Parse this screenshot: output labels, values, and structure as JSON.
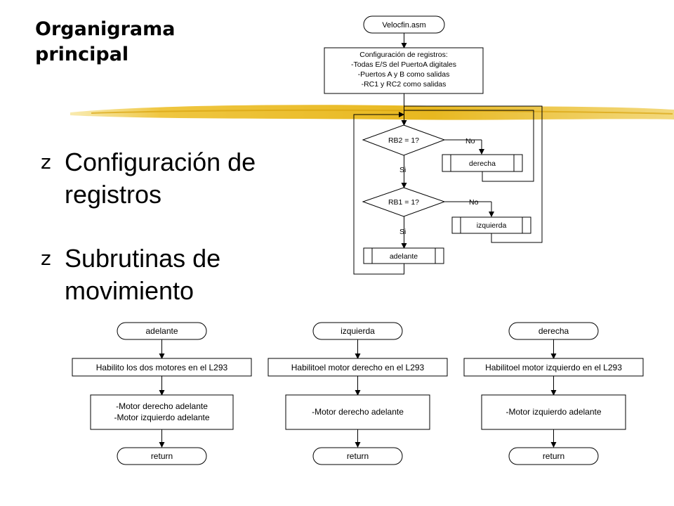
{
  "slide": {
    "title_line1": "Organigrama",
    "title_line2": "principal",
    "bullet_marker": "z",
    "bullets": [
      "Configuración de registros",
      "Subrutinas de movimiento"
    ]
  },
  "main_flow": {
    "start": "Velocfin.asm",
    "config": [
      "Configuración de registros:",
      "-Todas E/S del PuertoA digitales",
      "-Puertos A y B como salidas",
      "-RC1 y RC2 como salidas"
    ],
    "decision1": "RB2 = 1?",
    "decision1_no": "No",
    "decision1_yes": "Si",
    "call_right": "derecha",
    "decision2": "RB1 = 1?",
    "decision2_no": "No",
    "decision2_yes": "Si",
    "call_left": "izquierda",
    "call_forward": "adelante"
  },
  "subroutines": {
    "adelante": {
      "name": "adelante",
      "enable": "Habilito los dos motores en el L293",
      "action": [
        "-Motor derecho adelante",
        "-Motor izquierdo adelante"
      ],
      "end": "return"
    },
    "izquierda": {
      "name": "izquierda",
      "enable": "Habilitoel motor derecho en el L293",
      "action": [
        "-Motor derecho adelante"
      ],
      "end": "return"
    },
    "derecha": {
      "name": "derecha",
      "enable": "Habilitoel motor izquierdo en el L293",
      "action": [
        "-Motor izquierdo adelante"
      ],
      "end": "return"
    }
  },
  "colors": {
    "accent_stroke": "#e8b820"
  }
}
